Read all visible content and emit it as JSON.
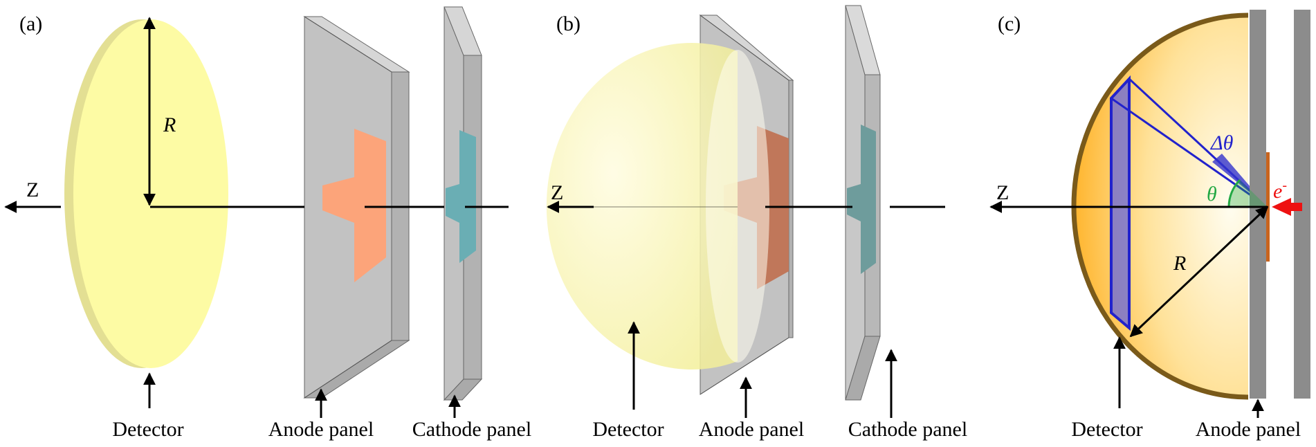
{
  "panels": [
    {
      "id": "a",
      "label": "(a)",
      "axis_label": "Z",
      "radius_label": "R",
      "captions": {
        "detector": "Detector",
        "anode": "Anode panel",
        "cathode": "Cathode panel"
      }
    },
    {
      "id": "b",
      "label": "(b)",
      "axis_label": "Z",
      "captions": {
        "detector": "Detector",
        "anode": "Anode panel",
        "cathode": "Cathode panel"
      }
    },
    {
      "id": "c",
      "label": "(c)",
      "axis_label": "Z",
      "radius_label": "R",
      "delta_theta_label": "Δθ",
      "theta_label": "θ",
      "electron_label": "e",
      "electron_sup": "-",
      "captions": {
        "detector": "Detector",
        "anode": "Anode panel"
      }
    }
  ],
  "colors": {
    "detector_disc": "#fdfba4",
    "anode_pad": "#fca47a",
    "cathode_pad": "#6aaeb4",
    "panel_glass": "#c4c4c4",
    "hemisphere_rim": "#7a5a1a",
    "hemisphere_fill": "#ffc34d",
    "ring_blue": "#2222cc",
    "theta_green": "#22a844",
    "electron_red": "#ee1111"
  }
}
